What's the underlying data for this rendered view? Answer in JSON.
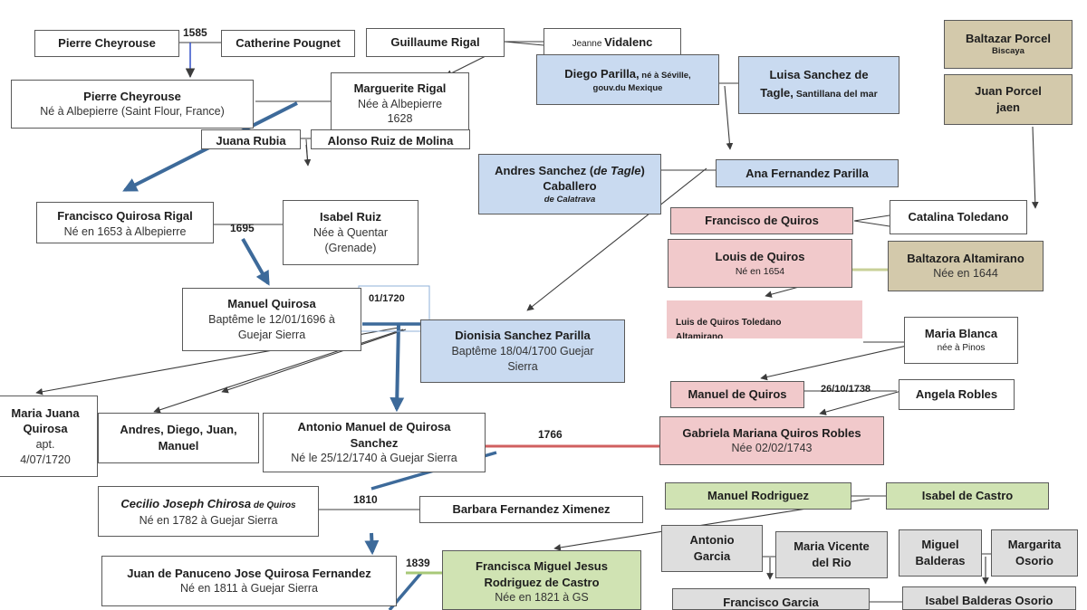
{
  "colors": {
    "blue": "#c9daf0",
    "tan": "#d3c9ab",
    "pink": "#f1c9cb",
    "green": "#d0e3b3",
    "grey": "#dedede",
    "arrow": "#3d6a9a",
    "line_red": "#d06060",
    "line_green": "#a8c878"
  },
  "persons": {
    "pierre_cheyrouse_1": {
      "name": "Pierre Cheyrouse"
    },
    "catherine_pougnet": {
      "name": "Catherine Pougnet"
    },
    "guillaume_rigal": {
      "name": "Guillaume Rigal"
    },
    "jeanne_vidalenc": {
      "prefix": "Jeanne ",
      "name": "Vidalenc"
    },
    "pierre_cheyrouse_2": {
      "name": "Pierre Cheyrouse",
      "info": "Né à Albepierre (Saint Flour, France)"
    },
    "marguerite_rigal": {
      "name": "Marguerite Rigal",
      "info": "Née à Albepierre",
      "info2": "1628"
    },
    "juana_rubia": {
      "name": "Juana Rubia"
    },
    "alonso_ruiz": {
      "name": "Alonso Ruiz de Molina"
    },
    "diego_parilla": {
      "name": "Diego Parilla,",
      "extra": " né à Séville,",
      "info": "gouv.du Mexique"
    },
    "luisa_sanchez": {
      "name": "Luisa Sanchez de",
      "name2": "Tagle,",
      "extra": " Santillana del mar"
    },
    "baltazar_porcel": {
      "name": "Baltazar Porcel",
      "info": "Biscaya"
    },
    "juan_porcel": {
      "name": "Juan Porcel",
      "name2": "jaen"
    },
    "andres_sanchez": {
      "name": "Andres Sanchez (",
      "name_it": "de Tagle",
      "name_end": ")",
      "name2": "Caballero",
      "info": "de Calatrava"
    },
    "ana_fernandez": {
      "name": "Ana Fernandez Parilla"
    },
    "francisco_quirosa": {
      "name": "Francisco Quirosa Rigal",
      "info": "Né en 1653 à Albepierre"
    },
    "isabel_ruiz": {
      "name": "Isabel Ruiz",
      "info": "Née à Quentar",
      "info2": "(Grenade)"
    },
    "francisco_de_quiros": {
      "name": "Francisco de Quiros"
    },
    "catalina_toledano": {
      "name": "Catalina Toledano"
    },
    "louis_de_quiros": {
      "name": "Louis de Quiros",
      "info": "Né en 1654"
    },
    "baltazora": {
      "name": "Baltazora Altamirano",
      "info": "Née en 1644"
    },
    "manuel_quirosa": {
      "name": "Manuel Quirosa",
      "info": "Baptême le 12/01/1696 à",
      "info2": "Guejar Sierra"
    },
    "dionisia": {
      "name": "Dionisia Sanchez Parilla",
      "info": "Baptême 18/04/1700 Guejar",
      "info2": "Sierra"
    },
    "luis_de_quiros_toledano": {
      "name": "Luis de Quiros",
      "extra": " Toledano",
      "info": "Altamirano"
    },
    "maria_blanca": {
      "name": "Maria Blanca",
      "info": "née à Pinos"
    },
    "maria_juana": {
      "name": "Maria Juana",
      "name2": "Quirosa",
      "info": "apt.",
      "info2": "4/07/1720"
    },
    "andres_diego": {
      "name": "Andres, Diego, Juan,",
      "name2": "Manuel"
    },
    "antonio_manuel": {
      "name": "Antonio Manuel de Quirosa",
      "name2": "Sanchez",
      "info": "Né le 25/12/1740 à Guejar Sierra"
    },
    "manuel_de_quiros": {
      "name": "Manuel de Quiros"
    },
    "angela_robles": {
      "name": "Angela Robles"
    },
    "gabriela": {
      "name": "Gabriela Mariana Quiros Robles",
      "info": "Née 02/02/1743"
    },
    "cecilio": {
      "name": "Cecilio Joseph Chirosa",
      "extra": " de Quiros",
      "info": "Né en 1782 à Guejar Sierra"
    },
    "barbara": {
      "name": "Barbara Fernandez Ximenez"
    },
    "manuel_rodriguez": {
      "name": "Manuel Rodriguez"
    },
    "isabel_de_castro": {
      "name": "Isabel de Castro"
    },
    "antonio_garcia": {
      "name": "Antonio",
      "name2": "Garcia"
    },
    "maria_vicente": {
      "name": "Maria Vicente",
      "name2": "del Rio"
    },
    "miguel_balderas": {
      "name": "Miguel",
      "name2": "Balderas"
    },
    "margarita_osorio": {
      "name": "Margarita",
      "name2": "Osorio"
    },
    "juan_de_panuceno": {
      "name": "Juan de Panuceno Jose Quirosa Fernandez",
      "info": "Né en 1811 à Guejar Sierra"
    },
    "francisca": {
      "name": "Francisca Miguel Jesus",
      "name2": "Rodriguez de Castro",
      "info": "Née en 1821 à GS"
    },
    "francisco_garcia": {
      "name": "Francisco Garcia"
    },
    "isabel_balderas": {
      "name": "Isabel Balderas Osorio"
    }
  },
  "years": {
    "y1585": "1585",
    "y1695": "1695",
    "y0120": "01/1720",
    "y1738": "26/10/1738",
    "y1766": "1766",
    "y1810": "1810",
    "y1839": "1839"
  }
}
